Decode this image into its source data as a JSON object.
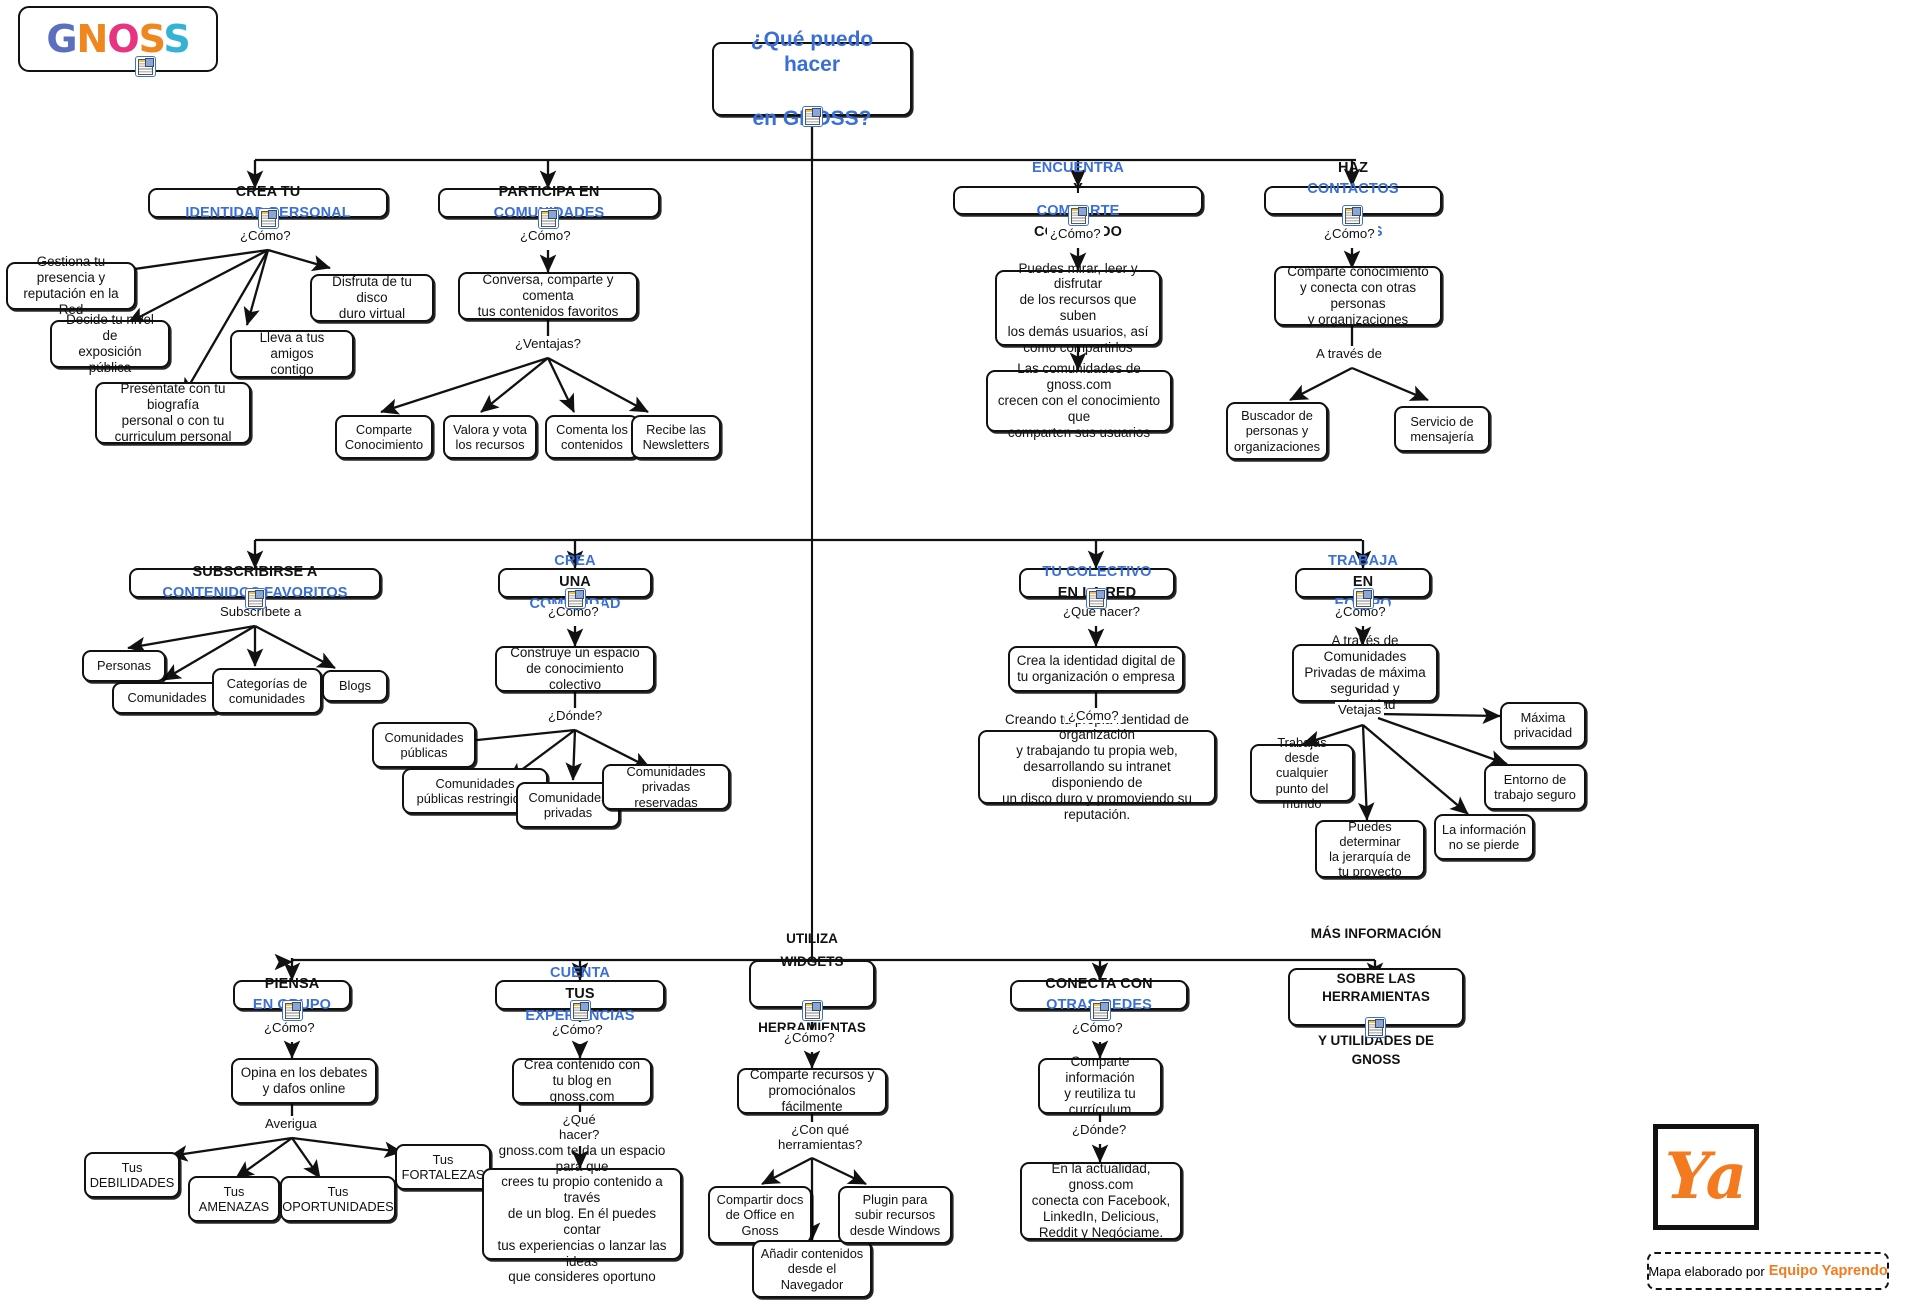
{
  "branding": {
    "logo_text": "GNOSS",
    "logo_letters": [
      {
        "ch": "G",
        "color": "#5b8dd6"
      },
      {
        "ch": "N",
        "color": "#f0871e"
      },
      {
        "ch": "O",
        "color": "#e8337f"
      },
      {
        "ch": "S",
        "color": "#f0871e"
      },
      {
        "ch": "S",
        "color": "#5b8dd6"
      }
    ],
    "secondary_logo_text": "Ya",
    "credit_prefix": "Mapa elaborado por",
    "credit_org": "Equipo Yaprendo",
    "accent_blue": "#3a6fd8",
    "accent_orange": "#f47a20"
  },
  "root": {
    "line1": "¿Qué puedo hacer",
    "line2": "en GNOSS?"
  },
  "headers": {
    "identidad": [
      {
        "t": "CREA TU ",
        "c": "k"
      },
      {
        "t": "IDENTIDAD PERSONAL",
        "c": "b"
      }
    ],
    "comunidades": [
      {
        "t": "PARTICIPA EN ",
        "c": "k"
      },
      {
        "t": "COMUNIDADES",
        "c": "b"
      }
    ],
    "encuentra": [
      {
        "t": "ENCUENTRA",
        "c": "b"
      },
      {
        "t": " Y ",
        "c": "k"
      },
      {
        "t": "COMPARTE",
        "c": "b"
      },
      {
        "t": " CONTENIDO",
        "c": "k"
      }
    ],
    "contactos": [
      {
        "t": "HAZ ",
        "c": "k"
      },
      {
        "t": "CONTACTOS",
        "c": "b"
      },
      {
        "t": " Y ",
        "c": "k"
      },
      {
        "t": "AMIGOS",
        "c": "b"
      }
    ],
    "subscribirse": [
      {
        "t": "SUBSCRIBIRSE A ",
        "c": "k"
      },
      {
        "t": "CONTENIDOS FAVORITOS",
        "c": "b"
      }
    ],
    "creacom": [
      {
        "t": "CREA",
        "c": "b"
      },
      {
        "t": " UNA ",
        "c": "k"
      },
      {
        "t": "COMUNIDAD",
        "c": "b"
      }
    ],
    "colectivo": [
      {
        "t": "TU COLECTIVO",
        "c": "b"
      },
      {
        "t": " EN LA RED",
        "c": "k"
      }
    ],
    "equipo": [
      {
        "t": "TRABAJA",
        "c": "b"
      },
      {
        "t": " EN ",
        "c": "k"
      },
      {
        "t": "EQUIPO",
        "c": "b"
      }
    ],
    "grupo": [
      {
        "t": "PIENSA ",
        "c": "k"
      },
      {
        "t": "EN GRUPO",
        "c": "b"
      }
    ],
    "experiencias": [
      {
        "t": "CUENTA",
        "c": "b"
      },
      {
        "t": " TUS ",
        "c": "k"
      },
      {
        "t": "EXPERIENCIAS",
        "c": "b"
      }
    ],
    "widgets_l1": [
      {
        "t": "UTILIZA ",
        "c": "k"
      },
      {
        "t": "WIDGETS",
        "c": "b"
      }
    ],
    "widgets_l2": [
      {
        "t": "Y ",
        "c": "k"
      },
      {
        "t": "HERRAMIENTAS",
        "c": "b"
      }
    ],
    "redes": [
      {
        "t": "CONECTA CON ",
        "c": "k"
      },
      {
        "t": "OTRAS REDES",
        "c": "b"
      }
    ],
    "mas_l1": [
      {
        "t": "MÁS INFORMACIÓN",
        "c": "b"
      }
    ],
    "mas_l2": [
      {
        "t": "SOBRE LAS HERRAMIENTAS",
        "c": "k"
      }
    ],
    "mas_l3": [
      {
        "t": "Y UTILIDADES DE GNOSS",
        "c": "k"
      }
    ]
  },
  "connector_labels": {
    "como1": "¿Cómo?",
    "como2": "¿Cómo?",
    "como3": "¿Cómo?",
    "como4": "¿Cómo?",
    "ventajas": "¿Ventajas?",
    "atraves": "A través de",
    "subscribete": "Subscríbete a",
    "como5": "¿Cómo?",
    "donde1": "¿Dónde?",
    "quehacer": "¿Qué hacer?",
    "como6": "¿Cómo?",
    "como7": "¿Cómo?",
    "vetajas": "Vetajas",
    "como8": "¿Cómo?",
    "averigua": "Averigua",
    "como9": "¿Cómo?",
    "quehacer2_l1": "¿Qué",
    "quehacer2_l2": "hacer?",
    "como10": "¿Cómo?",
    "conque_l1": "¿Con qué",
    "conque_l2": "herramientas?",
    "como11": "¿Cómo?",
    "donde2": "¿Dónde?"
  },
  "nodes": {
    "gestiona": "Gestiona tu presencia y\nreputación en la Red",
    "decide": "Decide tu nivel de\nexposición pública",
    "presentate": "Preséntate con tu biografía\npersonal o con tu\ncurriculum personal",
    "lleva": "Lleva a tus amigos\ncontigo",
    "disfruta": "Disfruta de tu disco\nduro virtual",
    "conversa": "Conversa, comparte y comenta\ntus contenidos favoritos",
    "comparte_con": "Comparte\nConocimiento",
    "valora": "Valora y vota\nlos recursos",
    "comenta": "Comenta los\ncontenidos",
    "recibe": "Recibe las\nNewsletters",
    "puedes_mirar": "Puedes mirar, leer y disfrutar\nde los recursos que suben\nlos demás usuarios, así\ncomo compartirlos",
    "las_comunidades": "Las comunidades de gnoss.com\ncrecen con el conocimiento que\ncomparten sus usuarios",
    "comparte_conoc": "Comparte conocimiento\ny conecta con otras personas\ny organizaciones",
    "buscador": "Buscador de\npersonas y\norganizaciones",
    "mensajeria": "Servicio de\nmensajería",
    "personas": "Personas",
    "comunidades_n": "Comunidades",
    "categorias": "Categorías de\ncomunidades",
    "blogs": "Blogs",
    "construye": "Construye un espacio\nde conocimiento colectivo",
    "com_publicas": "Comunidades\npúblicas",
    "com_pub_restr": "Comunidades\npúblicas restringidas",
    "com_privadas": "Comunidades\nprivadas",
    "com_priv_res": "Comunidades\nprivadas reservadas",
    "crea_identidad": "Crea la identidad digital de\ntu organización o empresa",
    "creando": "Creando tu propia identidad de organización\ny trabajando tu propia web,\ndesarrollando su intranet disponiendo de\nun disco duro y promoviendo su reputación.",
    "a_traves_com": "A través de Comunidades\nPrivadas de máxima\nseguridad y privacidad",
    "trabajas": "Trabajas\ndesde cualquier\npunto del mundo",
    "jerarquia": "Puedes determinar\nla jerarquía de\ntu proyecto",
    "informacion": "La información\nno se pierde",
    "max_priv": "Máxima\nprivacidad",
    "entorno": "Entorno de\ntrabajo seguro",
    "opina": "Opina en los debates\ny dafos online",
    "debilidades": "Tus\nDEBILIDADES",
    "amenazas": "Tus\nAMENAZAS",
    "oportunidades": "Tus\nOPORTUNIDADES",
    "fortalezas": "Tus\nFORTALEZAS",
    "crea_contenido": "Crea contenido con\ntu blog en gnoss.com",
    "gnoss_espacio": "gnoss.com te da un espacio para que\ncrees tu propio contenido a través\nde un blog. En él puedes contar\ntus experiencias o lanzar las ideas\nque consideres oportuno",
    "comparte_rec": "Comparte recursos y\npromociónalos fácilmente",
    "docs_office": "Compartir docs\nde Office en\nGnoss",
    "anadir": "Añadir contenidos\ndesde el\nNavegador",
    "plugin": "Plugin para\nsubir recursos\ndesde Windows",
    "comparte_info": "Comparte información\ny reutiliza tu\ncurrículum",
    "actualidad": "En la actualidad, gnoss.com\nconecta con Facebook,\nLinkedIn, Delicious,\nReddit y Negóciame."
  },
  "icons": {
    "resource": "resource-icon"
  }
}
